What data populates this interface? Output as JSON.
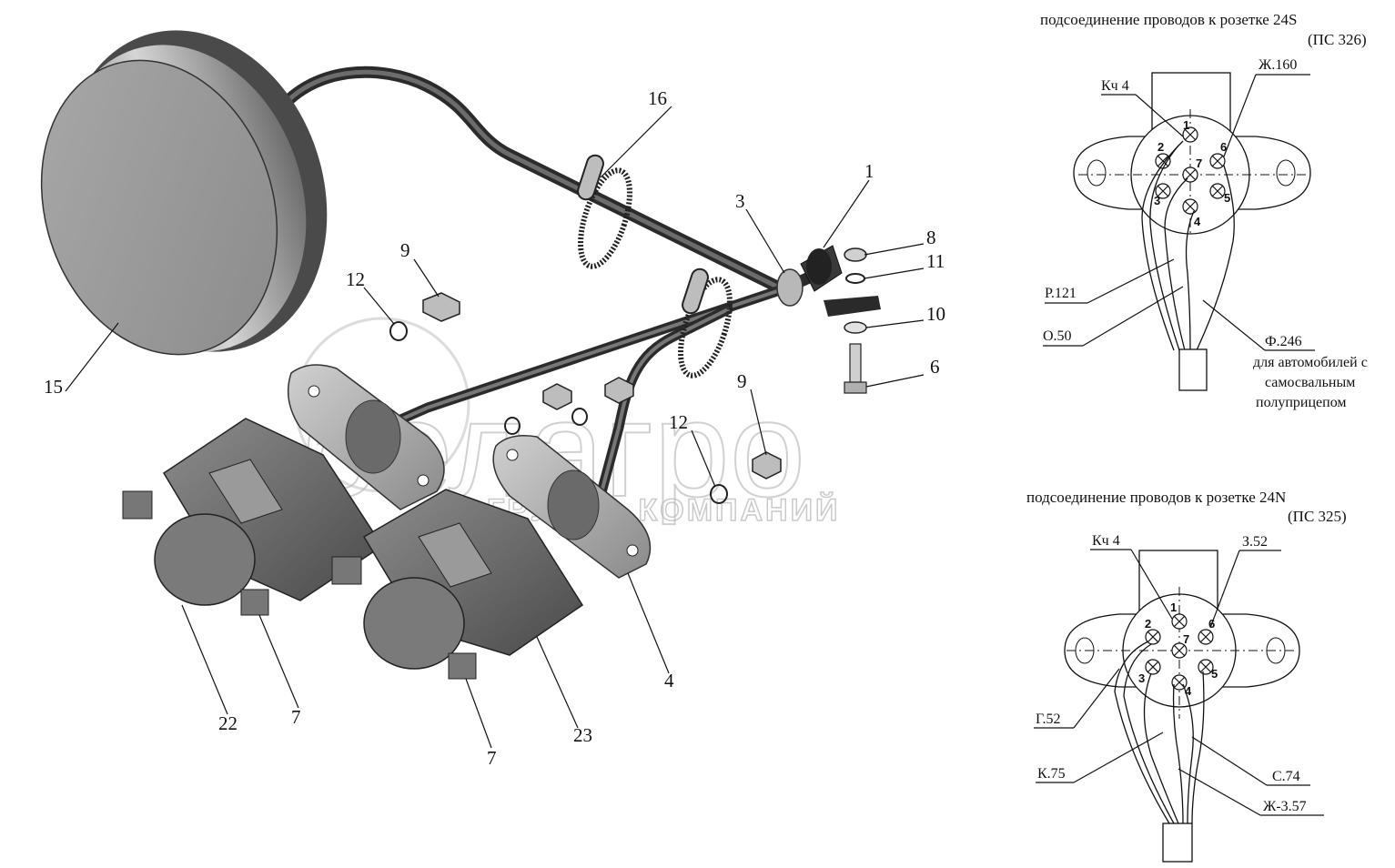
{
  "watermark": {
    "brand": "белагро",
    "group": "ГРУППА КОМПАНИЙ"
  },
  "callouts": {
    "c1": "1",
    "c3": "3",
    "c4": "4",
    "c6": "6",
    "c7a": "7",
    "c7b": "7",
    "c8": "8",
    "c9a": "9",
    "c9b": "9",
    "c10": "10",
    "c11": "11",
    "c12a": "12",
    "c12b": "12",
    "c15": "15",
    "c16": "16",
    "c22": "22",
    "c23": "23"
  },
  "socket_24s": {
    "title": "подсоединение проводов к розетке 24S",
    "subtitle": "(ПС 326)",
    "wires": {
      "top_left": "Кч 4",
      "top_right": "Ж.160",
      "left1": "Р.121",
      "left2": "О.50",
      "right": "Ф.246"
    },
    "note": [
      "для автомобилей с",
      "самосвальным",
      "полуприцепом"
    ],
    "pins": [
      "1",
      "2",
      "3",
      "4",
      "5",
      "6",
      "7"
    ]
  },
  "socket_24n": {
    "title": "подсоединение проводов к розетке 24N",
    "subtitle": "(ПС 325)",
    "wires": {
      "top_left": "Кч 4",
      "top_right": "З.52",
      "left1": "Г.52",
      "left2": "К.75",
      "right1": "С.74",
      "right2": "Ж-3.57"
    },
    "pins": [
      "1",
      "2",
      "3",
      "4",
      "5",
      "6",
      "7"
    ]
  }
}
